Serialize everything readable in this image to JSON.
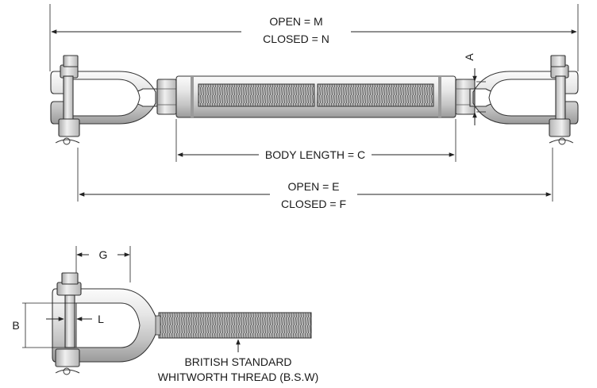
{
  "diagram": {
    "labels": {
      "open_m": "OPEN = M",
      "closed_n": "CLOSED = N",
      "a": "A",
      "body_length": "BODY LENGTH = C",
      "open_e": "OPEN = E",
      "closed_f": "CLOSED = F",
      "g": "G",
      "b": "B",
      "l": "L",
      "bsw_line1": "BRITISH STANDARD",
      "bsw_line2": "WHITWORTH THREAD (B.S.W)"
    },
    "colors": {
      "metal_light": "#f2f2f2",
      "metal_mid": "#c9c9c9",
      "metal_dark": "#8a8a8a",
      "outline": "#333333"
    }
  }
}
